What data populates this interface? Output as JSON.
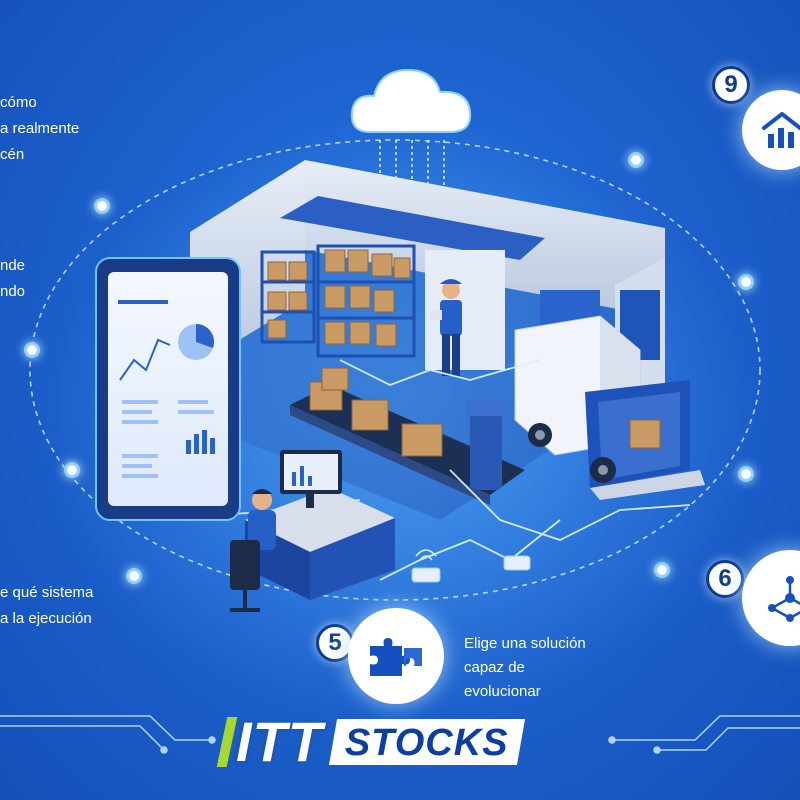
{
  "left_texts": {
    "top": [
      "cómo",
      "a realmente",
      "cén"
    ],
    "middle": [
      "nde",
      "ndo"
    ],
    "bottom": [
      "e qué sistema",
      "a la ejecución"
    ]
  },
  "steps": {
    "step9": {
      "number": "9",
      "icon": "warehouse-chart-icon"
    },
    "step6": {
      "number": "6",
      "icon": "network-nodes-icon"
    },
    "step5": {
      "number": "5",
      "icon": "puzzle-icon",
      "text": [
        "Elige una solución",
        "capaz de",
        "evolucionar"
      ]
    }
  },
  "logo": {
    "itt": "ITT",
    "stocks": "STOCKS"
  },
  "colors": {
    "background": "#1e63d0",
    "accent_green": "#a6d92c",
    "dark_blue": "#0b3c91",
    "glow": "#8fd0ff"
  }
}
